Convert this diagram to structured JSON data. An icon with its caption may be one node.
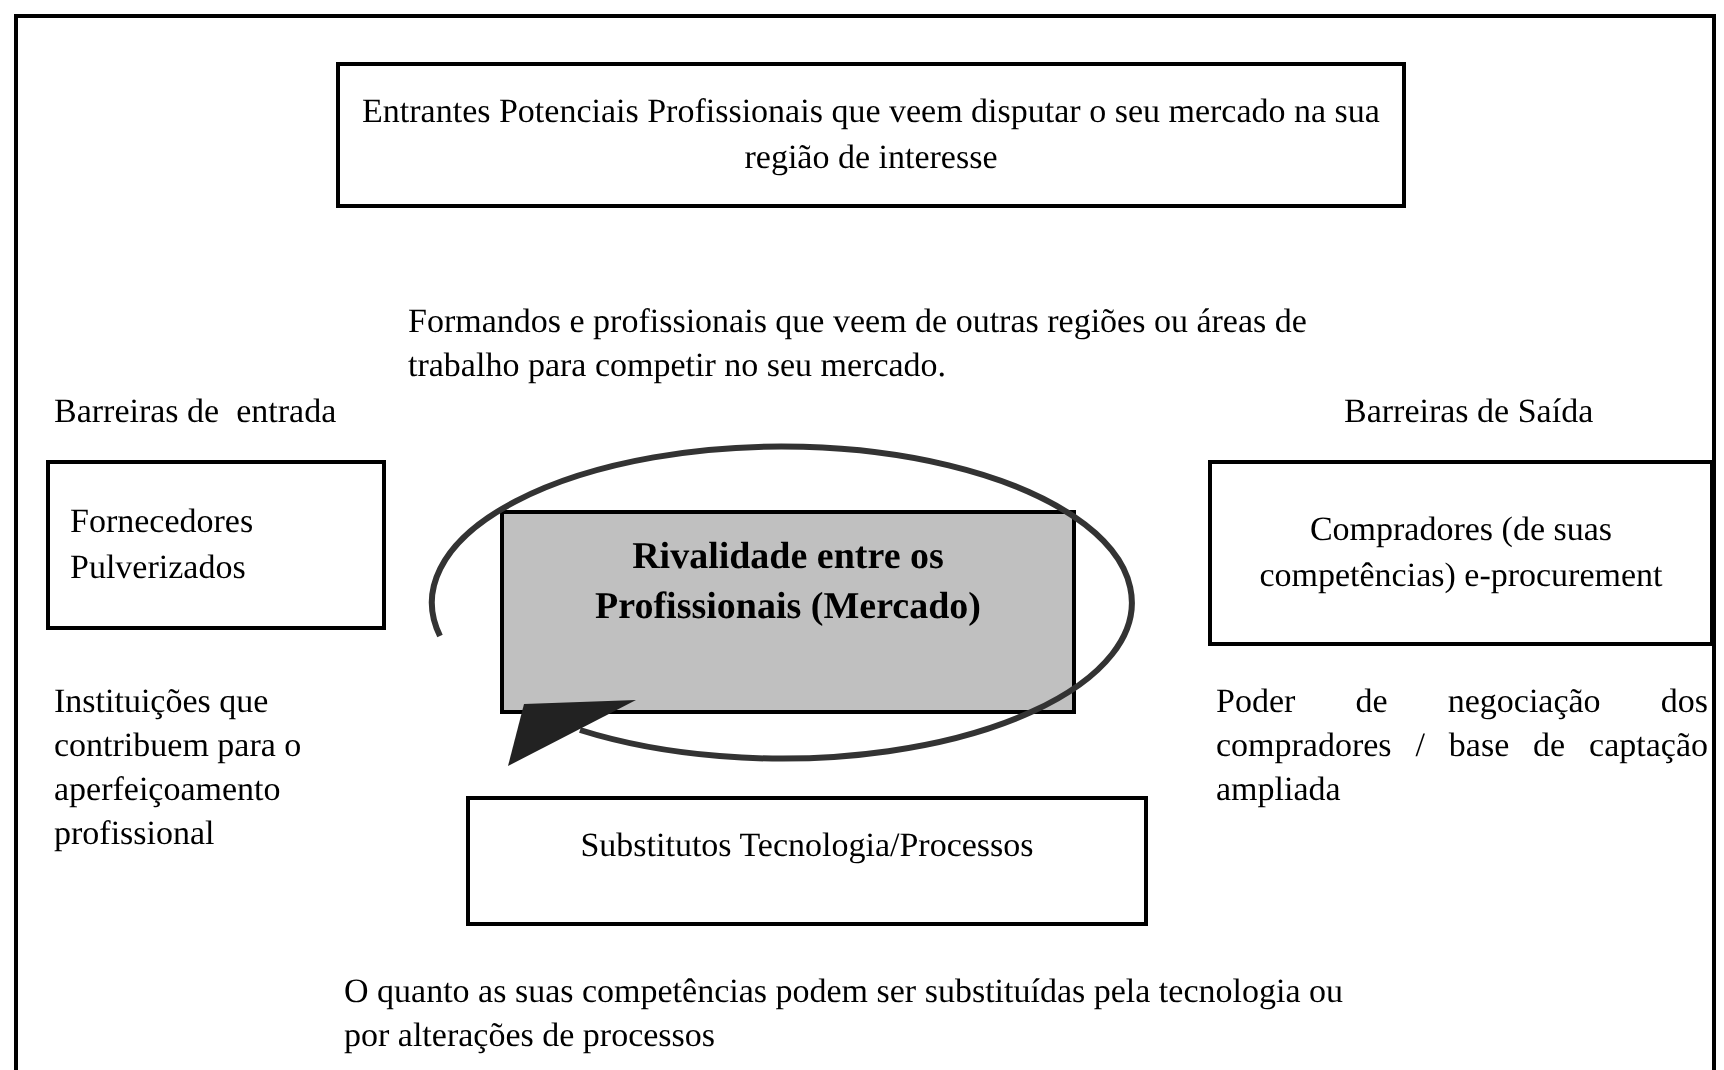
{
  "diagram": {
    "nodes": [
      {
        "text": [
          "Entrantes Potenciais Profissionais que veem disputar o seu mercado na sua região de interesse"
        ]
      },
      {
        "text": [
          "Fornecedores Pulverizados"
        ]
      },
      {
        "text": [
          "Rivalidade entre os Profissionais (Mercado)"
        ]
      },
      {
        "text": [
          "Compradores (de suas competências) e-procurement"
        ]
      },
      {
        "text": [
          "Substitutos Tecnologia/Processos"
        ]
      }
    ],
    "labels": [
      "Formandos e profissionais que veem de outras regiões ou áreas de trabalho para competir no seu mercado.",
      "Barreiras de  entrada",
      "Barreiras de Saída",
      "Instituições que contribuem para o aperfeiçoamento profissional",
      "Poder de negociação dos compradores / base de captação ampliada",
      "O quanto as suas competências podem ser substituídas pela tecnologia ou por alterações de processos"
    ]
  }
}
